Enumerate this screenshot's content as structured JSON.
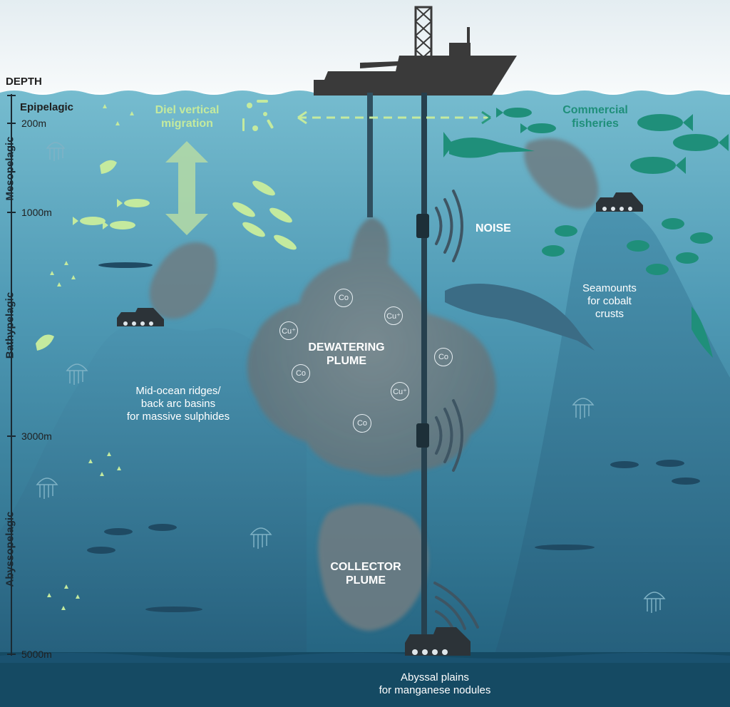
{
  "depth_scale": {
    "title": "DEPTH",
    "marks": [
      "200m",
      "1000m",
      "3000m",
      "5000m"
    ],
    "zones": [
      "Epipelagic",
      "Mesopelagic",
      "Bathypelagic",
      "Abyssopelagic"
    ]
  },
  "labels": {
    "diel_migration": [
      "Diel vertical",
      "migration"
    ],
    "commercial_fisheries": [
      "Commercial",
      "fisheries"
    ],
    "noise": "NOISE",
    "dewatering_plume": [
      "DEWATERING",
      "PLUME"
    ],
    "collector_plume": [
      "COLLECTOR",
      "PLUME"
    ],
    "seamounts": [
      "Seamounts",
      "for cobalt",
      "crusts"
    ],
    "ridges": [
      "Mid-ocean ridges/",
      "back arc basins",
      "for massive sulphides"
    ],
    "abyssal": [
      "Abyssal plains",
      "for manganese nodules"
    ]
  },
  "chemicals": [
    "Co",
    "Cu⁺",
    "Cu⁺",
    "Co",
    "Co",
    "Cu⁺",
    "Co"
  ],
  "colors": {
    "sky": "#f2f6f8",
    "ocean_top": "#6fb6c9",
    "ocean_bottom": "#1d5c79",
    "seafloor": "#14465e",
    "ridge": "#3f8aa7",
    "plume": "#6a7a80",
    "ship": "#3a3a3a",
    "migration_green": "#c4ea9e",
    "fishery_teal": "#1f8f7a",
    "silhouette": "#27566e"
  },
  "icons": [
    "ship-icon",
    "mining-vehicle-icon",
    "fish-icon",
    "jellyfish-icon",
    "whale-icon",
    "swordfish-icon",
    "squid-icon",
    "plankton-icon",
    "noise-waves-icon"
  ]
}
